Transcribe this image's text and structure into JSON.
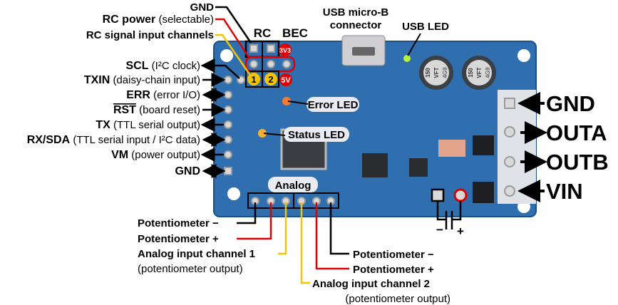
{
  "top_labels": {
    "gnd": "GND",
    "rc_power": {
      "bold": "RC power",
      "note": "(selectable)"
    },
    "rc_signal": "RC signal input channels",
    "rc": "RC",
    "bec": "BEC",
    "v3v3": "3V3",
    "v5v": "5V",
    "ch1": "1",
    "ch2": "2",
    "usb_line1": "USB micro-B",
    "usb_line2": "connector",
    "usb_led": "USB LED"
  },
  "left_labels": [
    {
      "bold": "SCL",
      "note": "(I²C clock)"
    },
    {
      "bold": "TXIN",
      "note": "(daisy-chain input)"
    },
    {
      "bold": "ERR",
      "note": "(error I/O)"
    },
    {
      "bold": "RST",
      "note": "(board reset)"
    },
    {
      "bold": "TX",
      "note": "(TTL serial output)"
    },
    {
      "bold": "RX/SDA",
      "note": "(TTL serial input / I²C data)"
    },
    {
      "bold": "VM",
      "note": "(power output)"
    },
    {
      "bold": "GND",
      "note": ""
    }
  ],
  "board_labels": {
    "error_led": "Error LED",
    "status_led": "Status  LED",
    "analog": "Analog",
    "cap1": "150",
    "cap2": "VFT",
    "cap3": "4G9"
  },
  "right_labels": [
    "GND",
    "OUTA",
    "OUTB",
    "VIN"
  ],
  "bottom_left": {
    "pot_minus": "Potentiometer −",
    "pot_plus": "Potentiometer +",
    "analog1": "Analog input channel 1",
    "analog1_note": "(potentiometer output)"
  },
  "bottom_right": {
    "pot_minus": "Potentiometer −",
    "pot_plus": "Potentiometer +",
    "analog2": "Analog input channel 2",
    "analog2_note": "(potentiometer output)"
  },
  "capacitor": {
    "minus": "−",
    "plus": "+"
  },
  "colors": {
    "board": "#2f6fb0",
    "ground": "#000000",
    "power": "#e00000",
    "signal": "#f5c400"
  }
}
